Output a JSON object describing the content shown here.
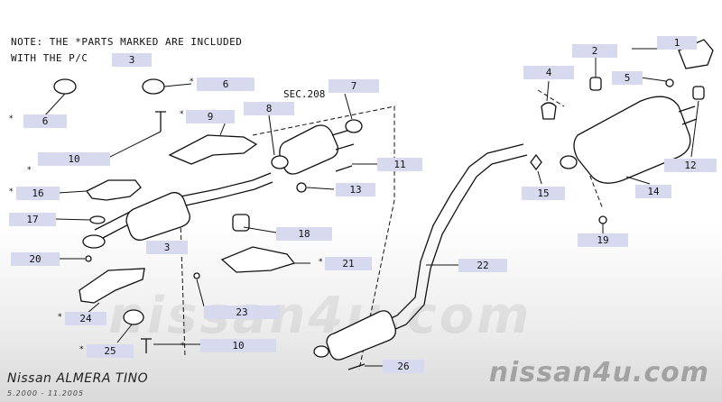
{
  "note": {
    "line1": "NOTE: THE  *PARTS MARKED ARE INCLUDED",
    "line2": "WITH THE P/C",
    "ref": "3"
  },
  "section_ref": "SEC.208",
  "star_symbol": "*",
  "labels": {
    "l1": "1",
    "l2": "2",
    "l3": "3",
    "l4": "4",
    "l5": "5",
    "l6a": "6",
    "l6b": "6",
    "l7": "7",
    "l8": "8",
    "l9": "9",
    "l10a": "10",
    "l10b": "10",
    "l11": "11",
    "l12": "12",
    "l13": "13",
    "l14": "14",
    "l15": "15",
    "l16": "16",
    "l17": "17",
    "l18": "18",
    "l19": "19",
    "l20": "20",
    "l21": "21",
    "l22": "22",
    "l23": "23",
    "l24": "24",
    "l25": "25",
    "l26": "26"
  },
  "footer": {
    "model": "Nissan ALMERA TINO",
    "period": "5.2000 - 11.2005"
  },
  "watermark": {
    "large": "nissan4u.com",
    "small": "nissan4u.com"
  },
  "colors": {
    "label_bg": "#d7d9ef",
    "line": "#111111"
  }
}
